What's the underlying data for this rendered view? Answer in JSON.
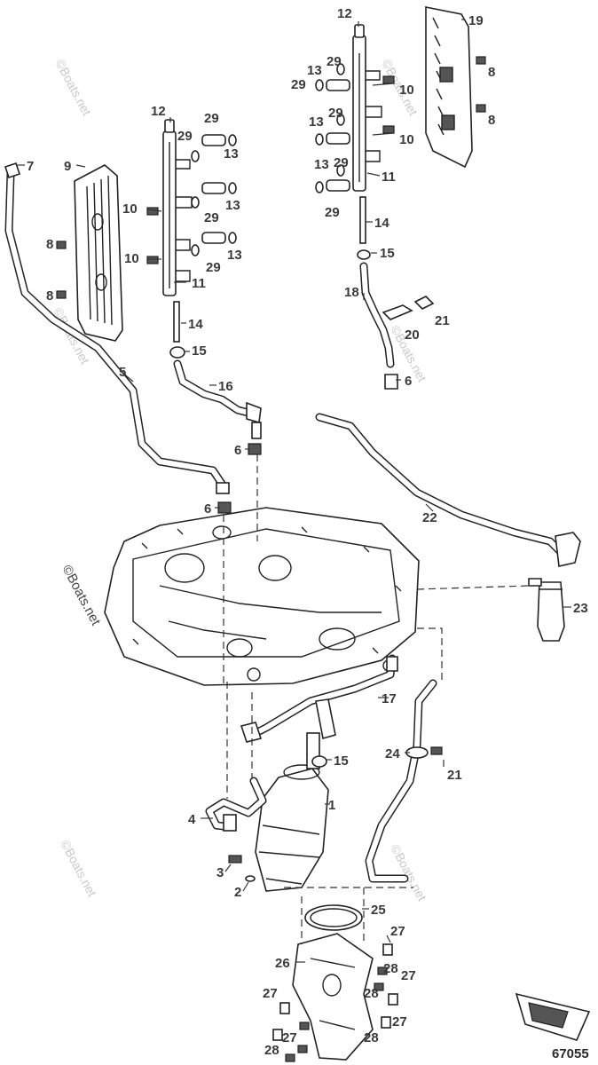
{
  "diagram": {
    "figure_number": "67055",
    "watermarks": [
      "©Boats.net",
      "©Boats.net",
      "©Boats.net",
      "©Boats.net",
      "©Boats.net",
      "©Boats.net"
    ],
    "watermark_dark": "©Boats.net",
    "callouts": [
      {
        "id": "c12a",
        "text": "12"
      },
      {
        "id": "c19",
        "text": "19"
      },
      {
        "id": "c13a",
        "text": "13"
      },
      {
        "id": "c29a",
        "text": "29"
      },
      {
        "id": "c29b",
        "text": "29"
      },
      {
        "id": "c8a",
        "text": "8"
      },
      {
        "id": "c10a",
        "text": "10"
      },
      {
        "id": "c8b",
        "text": "8"
      },
      {
        "id": "c13b",
        "text": "13"
      },
      {
        "id": "c29c",
        "text": "29"
      },
      {
        "id": "c10b",
        "text": "10"
      },
      {
        "id": "c13c",
        "text": "13"
      },
      {
        "id": "c29d",
        "text": "29"
      },
      {
        "id": "c11a",
        "text": "11"
      },
      {
        "id": "c29e",
        "text": "29"
      },
      {
        "id": "c14a",
        "text": "14"
      },
      {
        "id": "c15a",
        "text": "15"
      },
      {
        "id": "c18",
        "text": "18"
      },
      {
        "id": "c21a",
        "text": "21"
      },
      {
        "id": "c20",
        "text": "20"
      },
      {
        "id": "c6a",
        "text": "6"
      },
      {
        "id": "c12b",
        "text": "12"
      },
      {
        "id": "c29f",
        "text": "29"
      },
      {
        "id": "c7",
        "text": "7"
      },
      {
        "id": "c9",
        "text": "9"
      },
      {
        "id": "c29g",
        "text": "29"
      },
      {
        "id": "c13d",
        "text": "13"
      },
      {
        "id": "c10c",
        "text": "10"
      },
      {
        "id": "c13e",
        "text": "13"
      },
      {
        "id": "c8c",
        "text": "8"
      },
      {
        "id": "c29h",
        "text": "29"
      },
      {
        "id": "c10d",
        "text": "10"
      },
      {
        "id": "c13f",
        "text": "13"
      },
      {
        "id": "c29i",
        "text": "29"
      },
      {
        "id": "c8d",
        "text": "8"
      },
      {
        "id": "c11b",
        "text": "11"
      },
      {
        "id": "c14b",
        "text": "14"
      },
      {
        "id": "c15b",
        "text": "15"
      },
      {
        "id": "c5",
        "text": "5"
      },
      {
        "id": "c16",
        "text": "16"
      },
      {
        "id": "c6b",
        "text": "6"
      },
      {
        "id": "c6c",
        "text": "6"
      },
      {
        "id": "c22",
        "text": "22"
      },
      {
        "id": "c23",
        "text": "23"
      },
      {
        "id": "c17",
        "text": "17"
      },
      {
        "id": "c15c",
        "text": "15"
      },
      {
        "id": "c24",
        "text": "24"
      },
      {
        "id": "c21b",
        "text": "21"
      },
      {
        "id": "c1",
        "text": "1"
      },
      {
        "id": "c4",
        "text": "4"
      },
      {
        "id": "c3",
        "text": "3"
      },
      {
        "id": "c2",
        "text": "2"
      },
      {
        "id": "c25",
        "text": "25"
      },
      {
        "id": "c27a",
        "text": "27"
      },
      {
        "id": "c26",
        "text": "26"
      },
      {
        "id": "c28a",
        "text": "28"
      },
      {
        "id": "c27b",
        "text": "27"
      },
      {
        "id": "c27c",
        "text": "27"
      },
      {
        "id": "c28b",
        "text": "28"
      },
      {
        "id": "c27d",
        "text": "27"
      },
      {
        "id": "c27e",
        "text": "27"
      },
      {
        "id": "c28c",
        "text": "28"
      },
      {
        "id": "c28d",
        "text": "28"
      }
    ]
  }
}
